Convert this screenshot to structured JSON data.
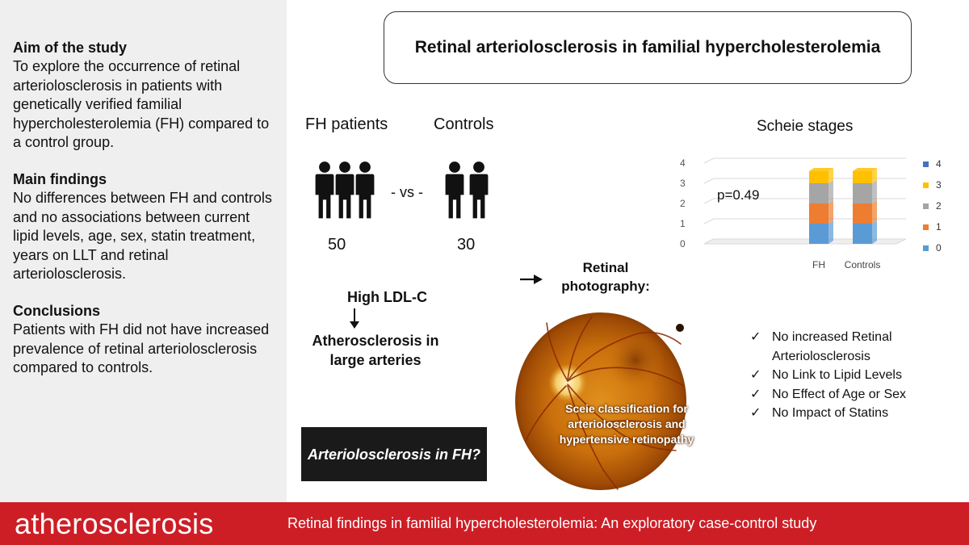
{
  "left_panel": {
    "aim": {
      "heading": "Aim of the study",
      "body": "To explore the occurrence of retinal arteriolosclerosis in patients with genetically verified familial hypercholesterolemia (FH) compared to a control group."
    },
    "findings": {
      "heading": "Main findings",
      "body": "No differences between FH and controls and no associations between current lipid levels, age, sex, statin treatment, years on LLT and retinal arteriolosclerosis."
    },
    "conclusions": {
      "heading": "Conclusions",
      "body": "Patients with FH did not have increased prevalence of retinal arteriolosclerosis compared to controls."
    }
  },
  "title": "Retinal arteriolosclerosis in familial hypercholesterolemia",
  "groups": {
    "fh_label": "FH patients",
    "controls_label": "Controls",
    "vs": "- vs -",
    "fh_count": "50",
    "controls_count": "30"
  },
  "flow": {
    "ldl": "High LDL-C",
    "athero": "Atherosclerosis in large arteries",
    "question": "Arteriolosclerosis in FH?",
    "retinal": "Retinal photography:",
    "fundus_caption": "Sceie classification for arteriolosclerosis and hypertensive retinopathy"
  },
  "chart_data": {
    "type": "bar",
    "title": "Scheie stages",
    "categories": [
      "FH",
      "Controls"
    ],
    "ylim": [
      0,
      4
    ],
    "yticks": [
      "0",
      "1",
      "2",
      "3",
      "4"
    ],
    "annotation": "p=0.49",
    "legend_position": "right",
    "series": [
      {
        "name": "0",
        "values": [
          1,
          1
        ],
        "color": "#5b9bd5"
      },
      {
        "name": "1",
        "values": [
          1,
          1
        ],
        "color": "#ed7d31"
      },
      {
        "name": "2",
        "values": [
          1,
          1
        ],
        "color": "#a5a5a5"
      },
      {
        "name": "3",
        "values": [
          0.6,
          0.6
        ],
        "color": "#ffc000"
      },
      {
        "name": "4",
        "values": [
          0,
          0
        ],
        "color": "#4472c4"
      }
    ]
  },
  "checklist": [
    "No increased Retinal Arteriolosclerosis",
    "No Link to Lipid Levels",
    "No Effect of Age or Sex",
    "No Impact of Statins"
  ],
  "check_glyph": "✓",
  "footer": {
    "journal": "atherosclerosis",
    "paper_title": "Retinal findings in familial hypercholesterolemia: An exploratory case-control study",
    "color": "#cd1e26"
  }
}
